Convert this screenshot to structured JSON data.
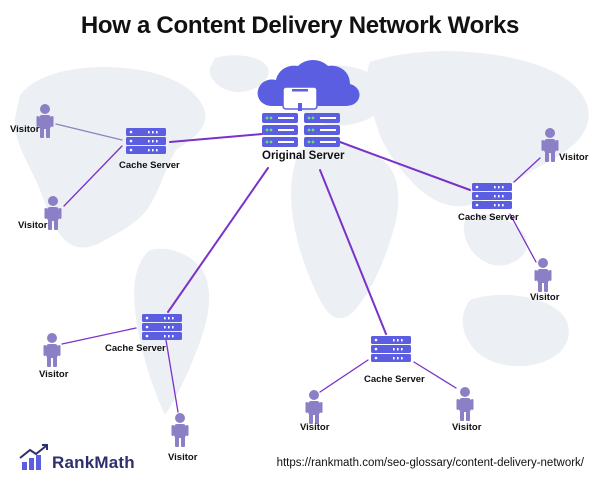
{
  "title": "How a Content Delivery Network Works",
  "labels": {
    "original_server": "Original Server",
    "cache_server": "Cache Server",
    "visitor": "Visitor"
  },
  "footer": {
    "brand": "RankMath",
    "url": "https://rankmath.com/seo-glossary/content-delivery-network/"
  },
  "colors": {
    "accent": "#5b5ee0",
    "person": "#8b7fc6",
    "line": "#7a32c9",
    "map": "#eceff3"
  },
  "icons": [
    "cloud-icon",
    "server-rack-icon",
    "person-icon",
    "rankmath-logo-icon"
  ]
}
